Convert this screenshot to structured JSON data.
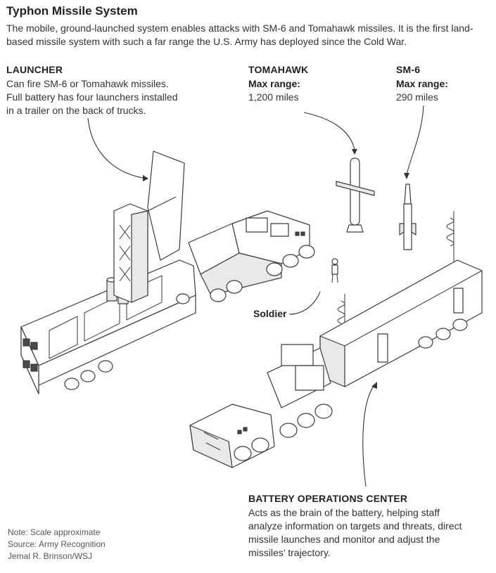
{
  "header": {
    "title": "Typhon Missile System",
    "subtitle": "The mobile, ground-launched system enables attacks with SM-6 and Tomahawk missiles. It is the first land-based missile system with such a far range the U.S. Army has deployed since the Cold War."
  },
  "launcher": {
    "title": "LAUNCHER",
    "lines": [
      "Can fire SM-6 or Tomahawk missiles.",
      "Full battery has four launchers installed",
      "in a trailer on the back of trucks."
    ]
  },
  "tomahawk": {
    "title": "TOMAHAWK",
    "range_label": "Max range:",
    "range_value": "1,200 miles"
  },
  "sm6": {
    "title": "SM-6",
    "range_label": "Max range:",
    "range_value": "290 miles"
  },
  "soldier": {
    "label": "Soldier"
  },
  "boc": {
    "title": "BATTERY OPERATIONS CENTER",
    "lines": [
      "Acts as the brain of the battery, helping staff",
      "analyze information on targets and threats, direct",
      "missile launches and monitor and adjust the",
      "missiles’ trajectory."
    ]
  },
  "footer": {
    "note": "Note: Scale approximate",
    "source": "Source: Army Recognition",
    "credit": "Jemal R. Brinson/WSJ"
  },
  "colors": {
    "line": "#3a3a3a",
    "text": "#333333",
    "fill_light": "#e9e9e9"
  }
}
